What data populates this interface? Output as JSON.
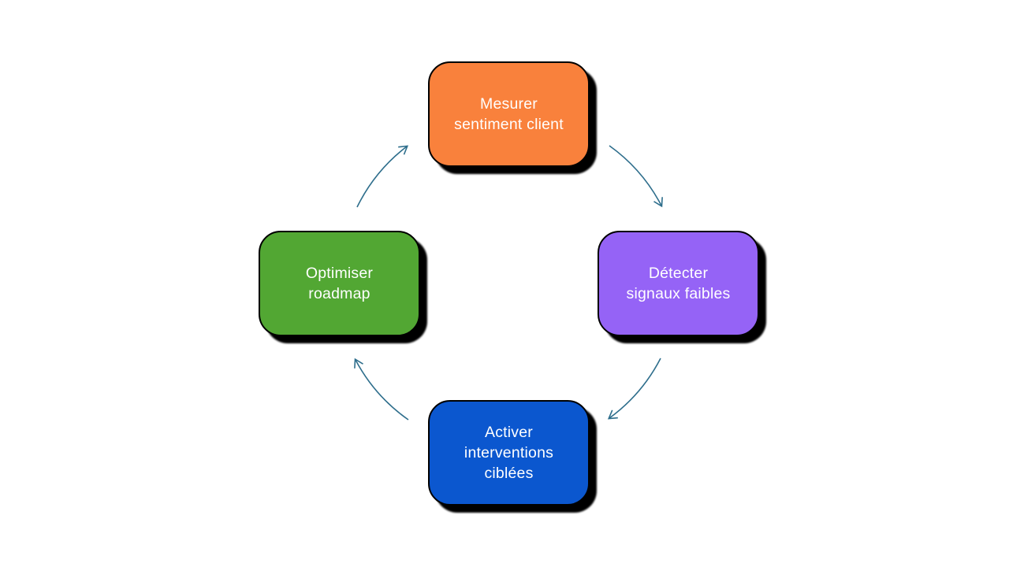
{
  "diagram": {
    "type": "cycle",
    "direction": "clockwise",
    "background_color": "#FFFFFF",
    "outline_color": "#000000",
    "shadow_color": "#000000",
    "text_color": "#FFFFFF",
    "arrow_color": "#2E6E8C",
    "nodes": [
      {
        "id": "mesurer",
        "position": "top",
        "label": "Mesurer\nsentiment client",
        "color": "#F9813C"
      },
      {
        "id": "detecter",
        "position": "right",
        "label": "Détecter\nsignaux faibles",
        "color": "#9563F6"
      },
      {
        "id": "activer",
        "position": "bottom",
        "label": "Activer\ninterventions\nciblées",
        "color": "#0B57CF"
      },
      {
        "id": "optimiser",
        "position": "left",
        "label": "Optimiser\nroadmap",
        "color": "#52A733"
      }
    ]
  }
}
